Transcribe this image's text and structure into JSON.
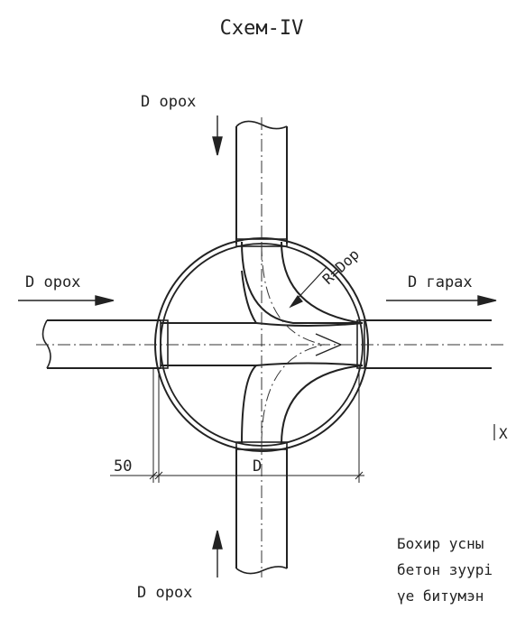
{
  "title": "Схем-IV",
  "labels": {
    "inlet_top": "D орох",
    "inlet_left": "D орох",
    "outlet_right": "D гарах",
    "inlet_bottom": "D орох",
    "radius": "R=Dор",
    "dim_offset": "50",
    "dim_diameter": "D",
    "cut_mark": "Х"
  },
  "note_lines": [
    "Бохир усны",
    "бетон зуурі",
    "үе битумэн"
  ],
  "colors": {
    "stroke": "#222222",
    "background": "#ffffff"
  }
}
